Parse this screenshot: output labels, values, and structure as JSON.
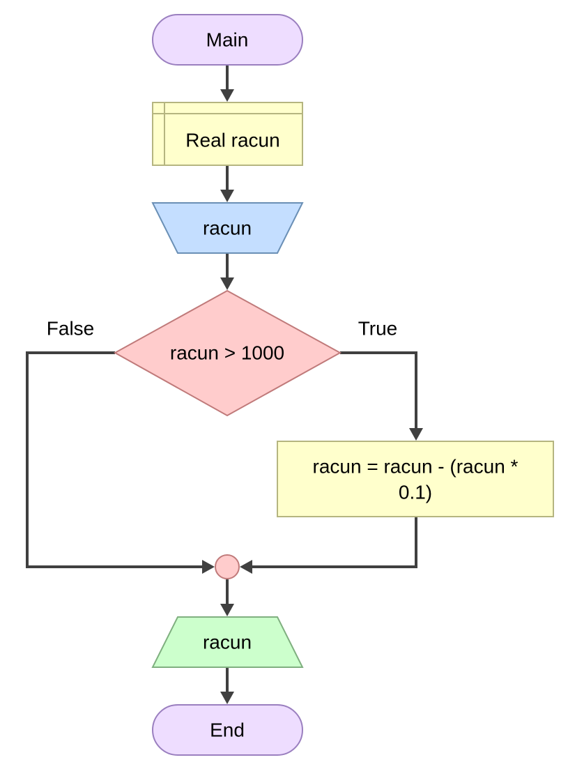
{
  "flowchart": {
    "start": {
      "label": "Main",
      "shape": "terminal",
      "color": "#EEDDFF",
      "border": "#9A7FBF"
    },
    "declare": {
      "label": "Real racun",
      "shape": "declare",
      "color": "#FFFFCC",
      "border": "#B5B580"
    },
    "input": {
      "label": "racun",
      "shape": "input",
      "color": "#C4DEFF",
      "border": "#6A8FB5"
    },
    "decision": {
      "label": "racun > 1000",
      "shape": "decision",
      "color": "#FFCCCC",
      "border": "#C07A7A"
    },
    "assign": {
      "lines": [
        "racun = racun - (racun *",
        "0.1)"
      ],
      "shape": "process",
      "color": "#FFFFCC",
      "border": "#B5B580"
    },
    "merge": {
      "shape": "connector",
      "color": "#FFCCCC",
      "border": "#C07A7A"
    },
    "output": {
      "label": "racun",
      "shape": "output",
      "color": "#CCFFCC",
      "border": "#7FAF7F"
    },
    "end": {
      "label": "End",
      "shape": "terminal",
      "color": "#EEDDFF",
      "border": "#9A7FBF"
    },
    "branches": {
      "false_label": "False",
      "true_label": "True"
    },
    "edge_color": "#404040"
  }
}
